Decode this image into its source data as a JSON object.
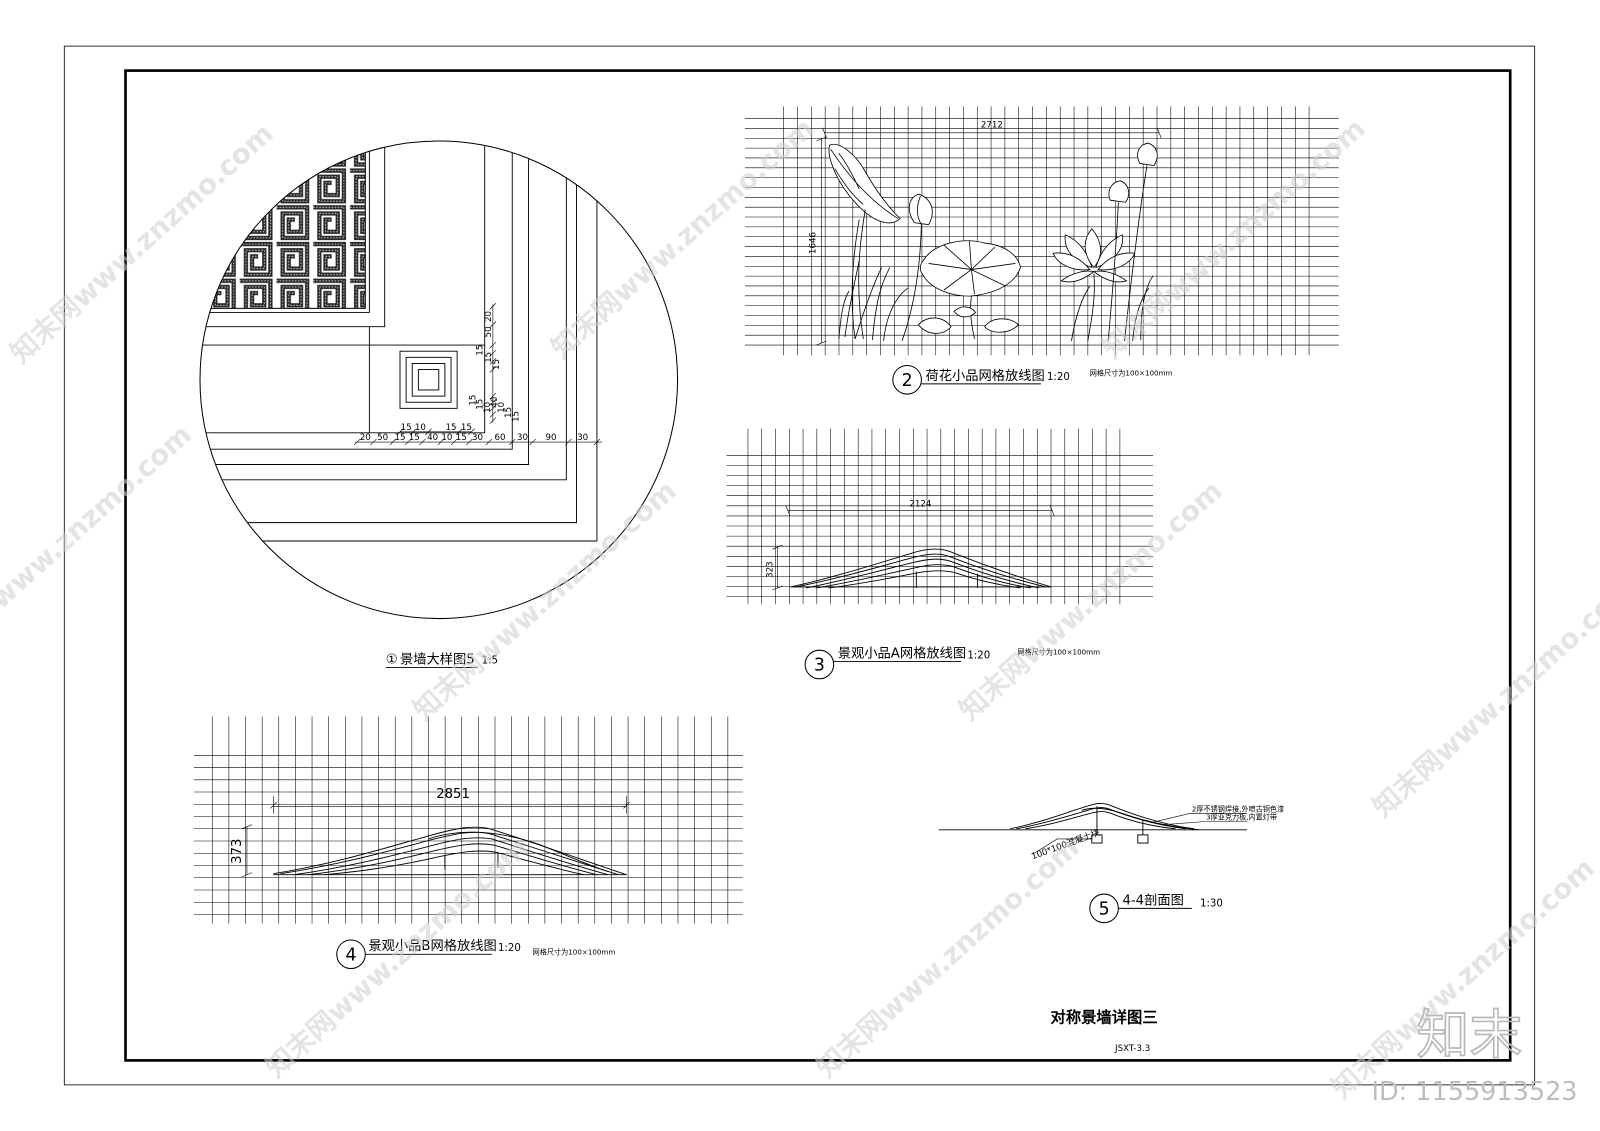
{
  "sheet": {
    "title": "对称景墙详图三",
    "code": "JSXT-3.3"
  },
  "detail1": {
    "number": "①",
    "title": "景墙大样图5",
    "scale": "1:5",
    "dims_bottom": [
      "20",
      "50",
      "15",
      "15",
      "40",
      "10",
      "15",
      "30",
      "60",
      "30",
      "90",
      "30"
    ],
    "dims_upper": [
      "15",
      "10",
      "15",
      "15"
    ],
    "dims_vertical": [
      "20",
      "50",
      "15",
      "15",
      "15",
      "15",
      "15",
      "10",
      "40",
      "10",
      "15",
      "15"
    ]
  },
  "detail2": {
    "number": "2",
    "title": "荷花小品网格放线图",
    "scale": "1:20",
    "grid_note": "网格尺寸为100×100mm",
    "width_dim": "2712",
    "height_dim": "1646"
  },
  "detail3": {
    "number": "3",
    "title": "景观小品A网格放线图",
    "scale": "1:20",
    "grid_note": "网格尺寸为100×100mm",
    "width_dim": "2124",
    "height_dim": "323"
  },
  "detail4": {
    "number": "4",
    "title": "景观小品B网格放线图",
    "scale": "1:20",
    "grid_note": "网格尺寸为100×100mm",
    "width_dim": "2851",
    "height_dim": "373"
  },
  "detail5": {
    "number": "5",
    "title": "4-4剖面图",
    "scale": "1:30",
    "labels": [
      "2厚不锈钢焊接,外喷古铜色漆",
      "3厚亚克力板,内置灯带",
      "100*100混凝土块"
    ]
  },
  "watermark": {
    "text": "知末网www.znzmo.com",
    "logo": "知末",
    "id": "ID: 1155913523"
  },
  "colors": {
    "line": "#000000",
    "background": "#ffffff",
    "watermark": "#cfcfcf"
  }
}
